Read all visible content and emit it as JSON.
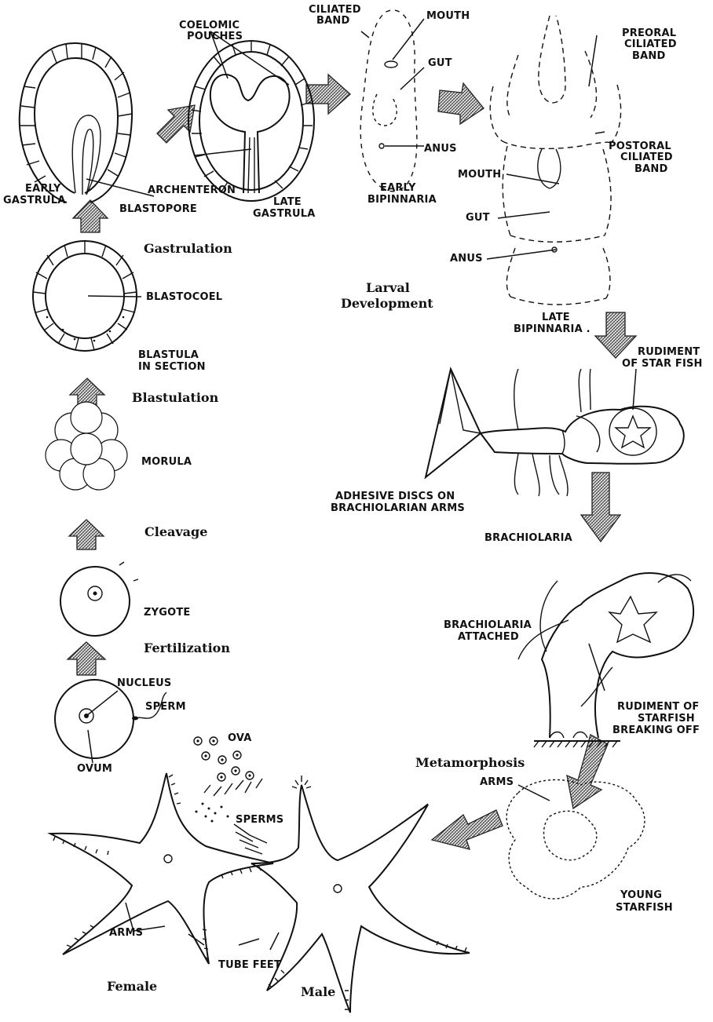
{
  "labels": {
    "coelomic_pouches": [
      "COELOMIC",
      "POUCHES"
    ],
    "ciliated_band": [
      "CILIATED",
      "BAND"
    ],
    "mouth_top": "MOUTH",
    "gut_top": "GUT",
    "preoral": [
      "PREORAL",
      "CILIATED",
      "BAND"
    ],
    "anus_top": "ANUS",
    "postoral": [
      "POSTORAL",
      "CILIATED",
      "BAND"
    ],
    "mouth_late": "MOUTH",
    "gut_late": "GUT",
    "anus_late": "ANUS",
    "early_bipinnaria": [
      "EARLY",
      "BIPINNARIA"
    ],
    "late_bipinnaria": [
      "LATE",
      "BIPINNARIA ."
    ],
    "early_gastrula": [
      "EARLY",
      "GASTRULA"
    ],
    "archenteron": "ARCHENTERON",
    "late_gastrula": [
      "LATE",
      "GASTRULA"
    ],
    "blastopore": "BLASTOPORE",
    "blastocoel": "BLASTOCOEL",
    "blastula": [
      "BLASTULA",
      "IN SECTION"
    ],
    "morula": "MORULA",
    "zygote": "ZYGOTE",
    "nucleus": "NUCLEUS",
    "sperm": "SPERM",
    "ovum": "OVUM",
    "ova": "OVA",
    "sperms": "SPERMS",
    "rudiment_starfish": [
      "RUDIMENT",
      "OF STAR FISH"
    ],
    "adhesive_discs": [
      "ADHESIVE DISCS ON",
      "BRACHIOLARIAN ARMS"
    ],
    "brachiolaria": "BRACHIOLARIA",
    "brachiolaria_attached": [
      "BRACHIOLARIA",
      "ATTACHED"
    ],
    "rudiment_breaking": [
      "RUDIMENT OF",
      "STARFISH",
      "BREAKING OFF"
    ],
    "arms_young": "ARMS",
    "young_starfish": [
      "YOUNG",
      "STARFISH"
    ],
    "arms_female": "ARMS",
    "tube_feet": "TUBE FEET",
    "female": "Female",
    "male": "Male"
  },
  "stages": {
    "gastrulation": "Gastrulation",
    "larval": [
      "Larval",
      "Development"
    ],
    "blastulation": "Blastulation",
    "cleavage": "Cleavage",
    "fertilization": "Fertilization",
    "metamorphosis": "Metamorphosis"
  }
}
